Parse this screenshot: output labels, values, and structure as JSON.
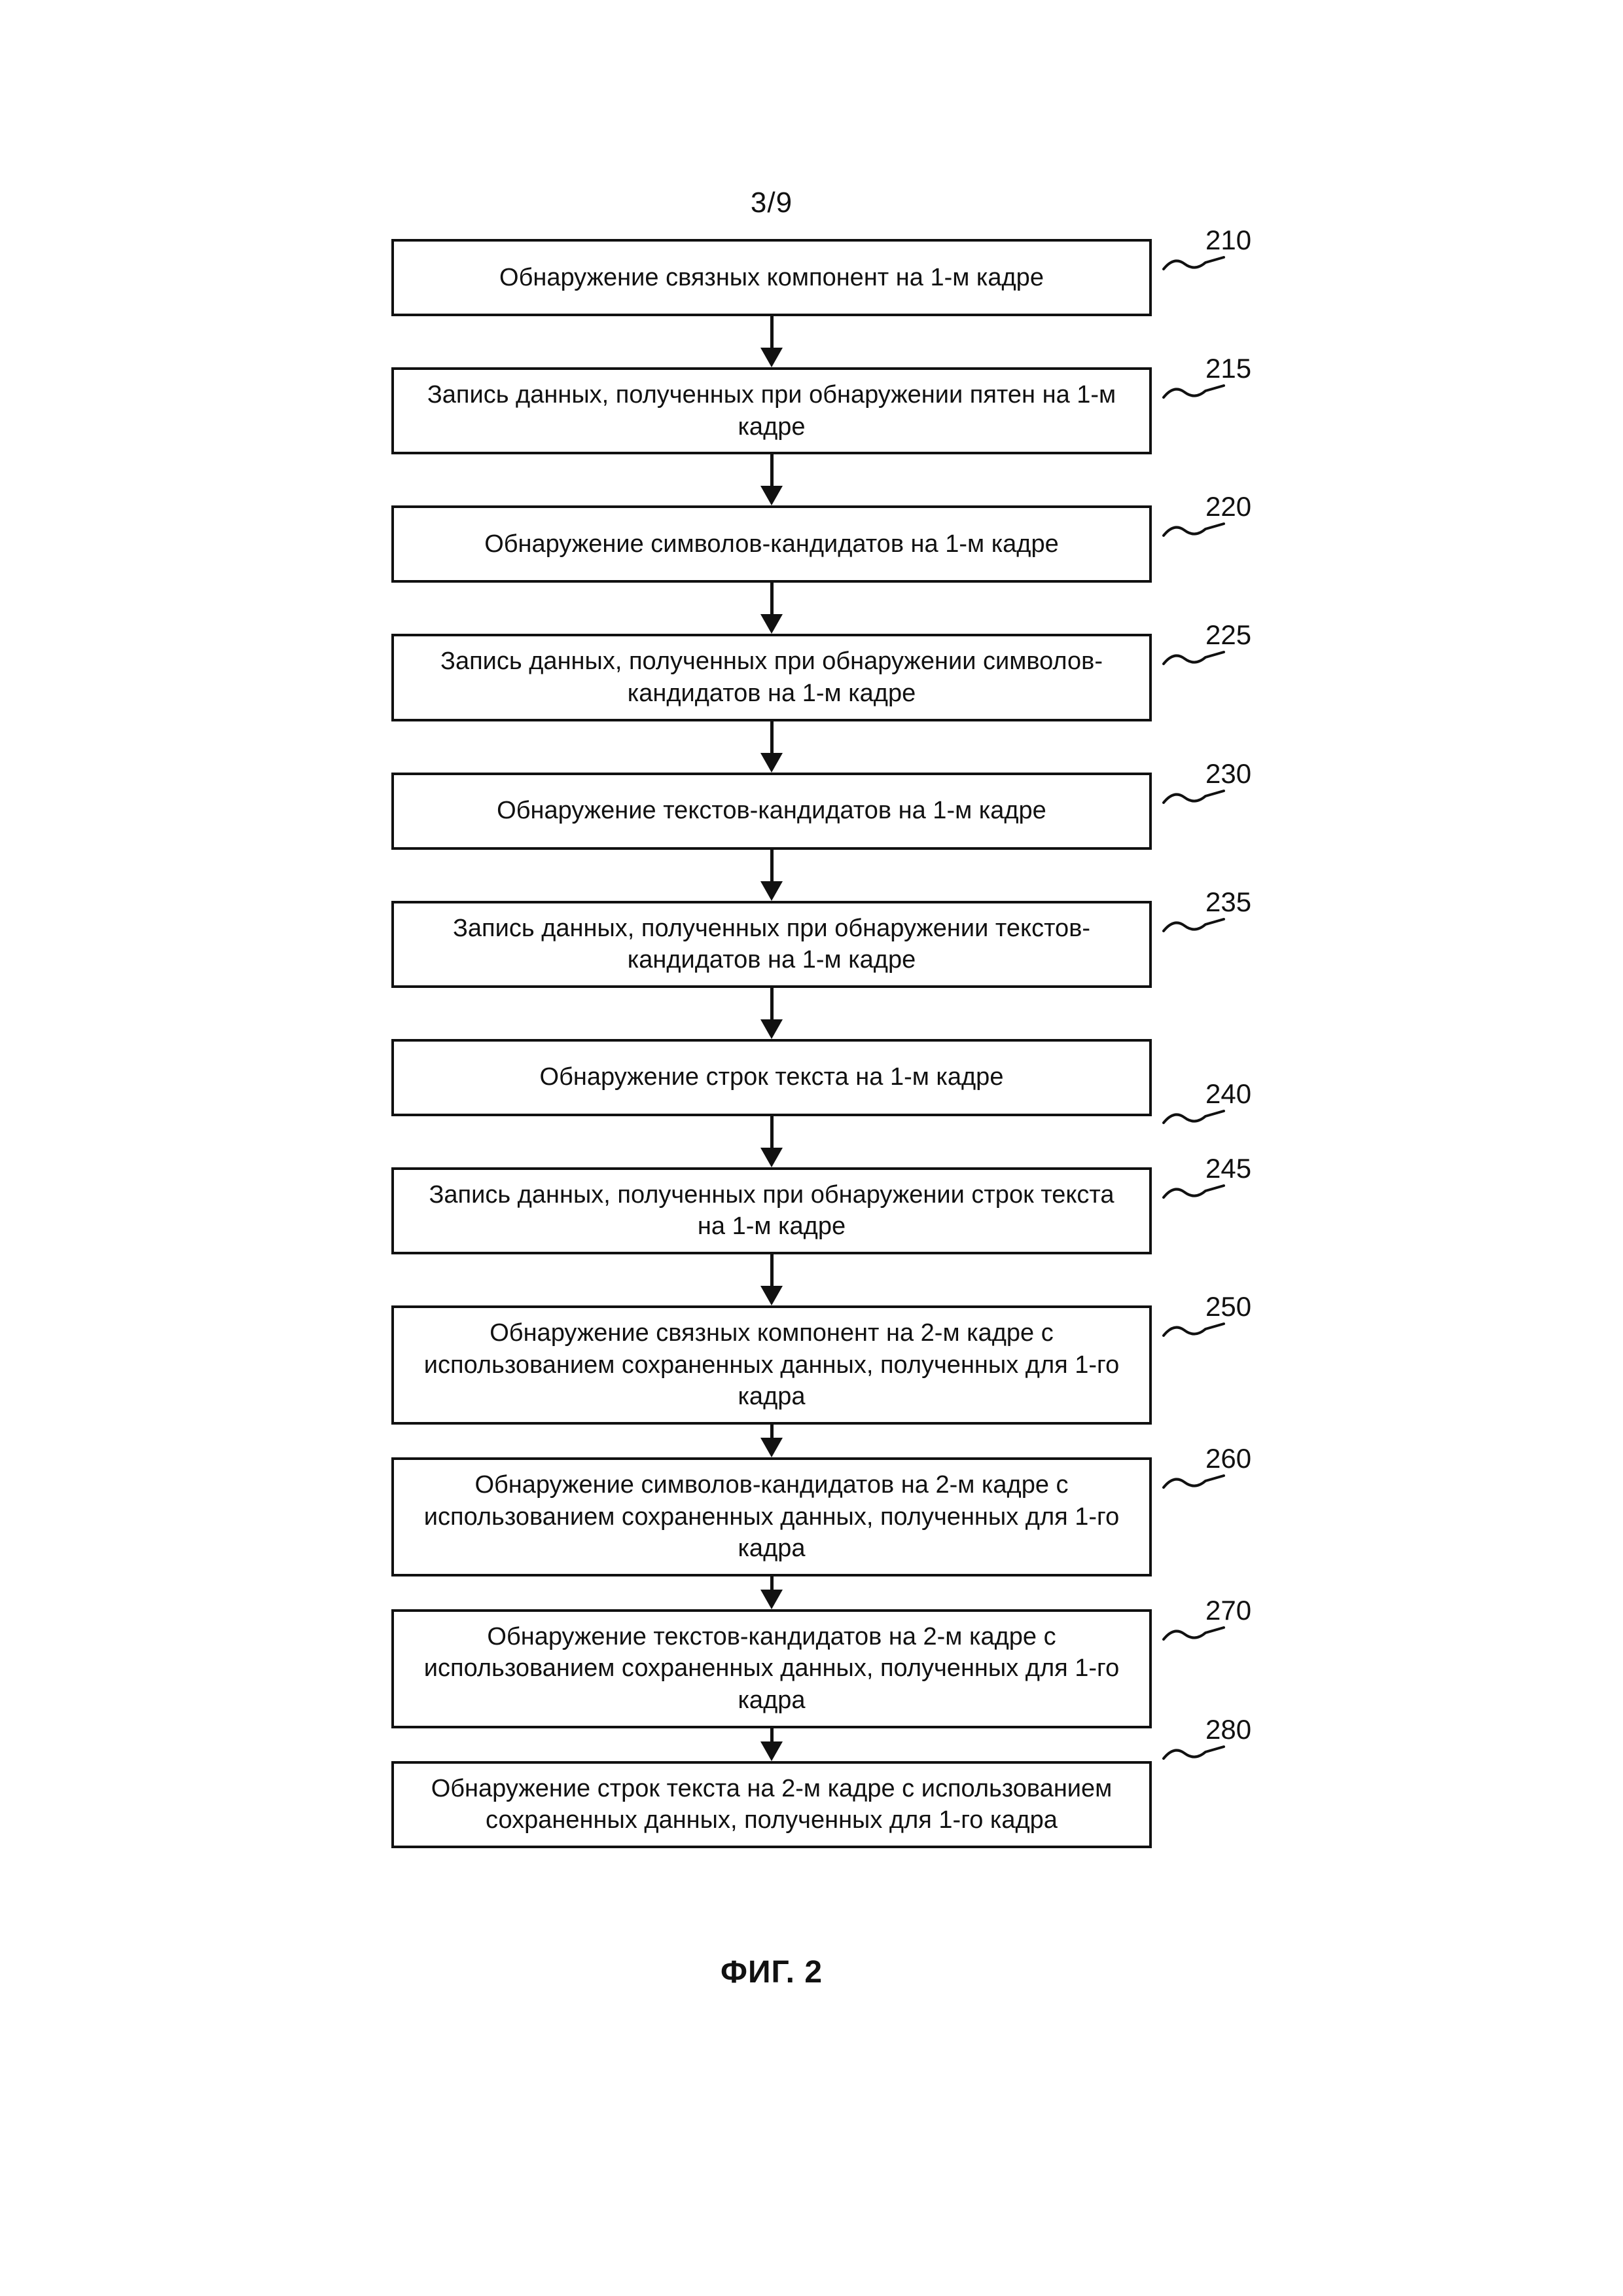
{
  "page": {
    "sheet_label": "3/9",
    "figure_caption": "ФИГ. 2"
  },
  "colors": {
    "ink": "#111111",
    "paper": "#ffffff"
  },
  "flowchart": {
    "steps": [
      {
        "ref": "210",
        "text": "Обнаружение связных компонент на 1-м кадре"
      },
      {
        "ref": "215",
        "text": "Запись данных, полученных при обнаружении пятен на 1-м кадре"
      },
      {
        "ref": "220",
        "text": "Обнаружение символов-кандидатов на 1-м кадре"
      },
      {
        "ref": "225",
        "text": "Запись данных, полученных при обнаружении символов-кандидатов на 1-м кадре"
      },
      {
        "ref": "230",
        "text": "Обнаружение текстов-кандидатов на 1-м кадре"
      },
      {
        "ref": "235",
        "text": "Запись данных, полученных при обнаружении текстов-кандидатов на 1-м кадре"
      },
      {
        "ref": "240",
        "text": "Обнаружение строк текста на 1-м кадре"
      },
      {
        "ref": "245",
        "text": "Запись данных, полученных при обнаружении строк текста на 1-м кадре"
      },
      {
        "ref": "250",
        "text": "Обнаружение связных компонент на 2-м кадре с использованием сохраненных данных, полученных для 1-го кадра"
      },
      {
        "ref": "260",
        "text": "Обнаружение символов-кандидатов на 2-м кадре с использованием сохраненных данных, полученных для 1-го кадра"
      },
      {
        "ref": "270",
        "text": "Обнаружение текстов-кандидатов на 2-м кадре с использованием сохраненных данных, полученных для 1-го кадра"
      },
      {
        "ref": "280",
        "text": "Обнаружение строк текста на 2-м кадре с использованием сохраненных данных, полученных для 1-го кадра"
      }
    ]
  }
}
